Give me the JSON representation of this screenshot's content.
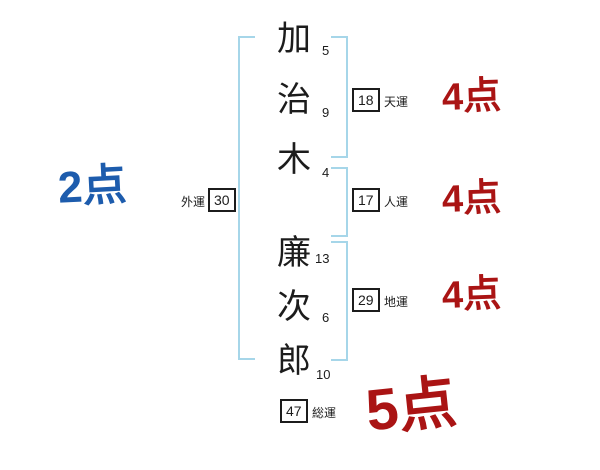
{
  "name_chars": [
    {
      "char": "加",
      "strokes": "5"
    },
    {
      "char": "治",
      "strokes": "9"
    },
    {
      "char": "木",
      "strokes": "4"
    },
    {
      "char": "廉",
      "strokes": "13"
    },
    {
      "char": "次",
      "strokes": "6"
    },
    {
      "char": "郎",
      "strokes": "10"
    }
  ],
  "fortunes": {
    "outer": {
      "label": "外運",
      "value": "30",
      "score": "2点"
    },
    "heaven": {
      "label": "天運",
      "value": "18",
      "score": "4点"
    },
    "person": {
      "label": "人運",
      "value": "17",
      "score": "4点"
    },
    "earth": {
      "label": "地運",
      "value": "29",
      "score": "4点"
    },
    "total": {
      "label": "総運",
      "value": "47",
      "score": "5点"
    }
  },
  "colors": {
    "bracket_blue": "#a6d6e9",
    "score_blue": "#1d5cad",
    "score_red": "#aa1414",
    "ink": "#1c1c1c"
  }
}
